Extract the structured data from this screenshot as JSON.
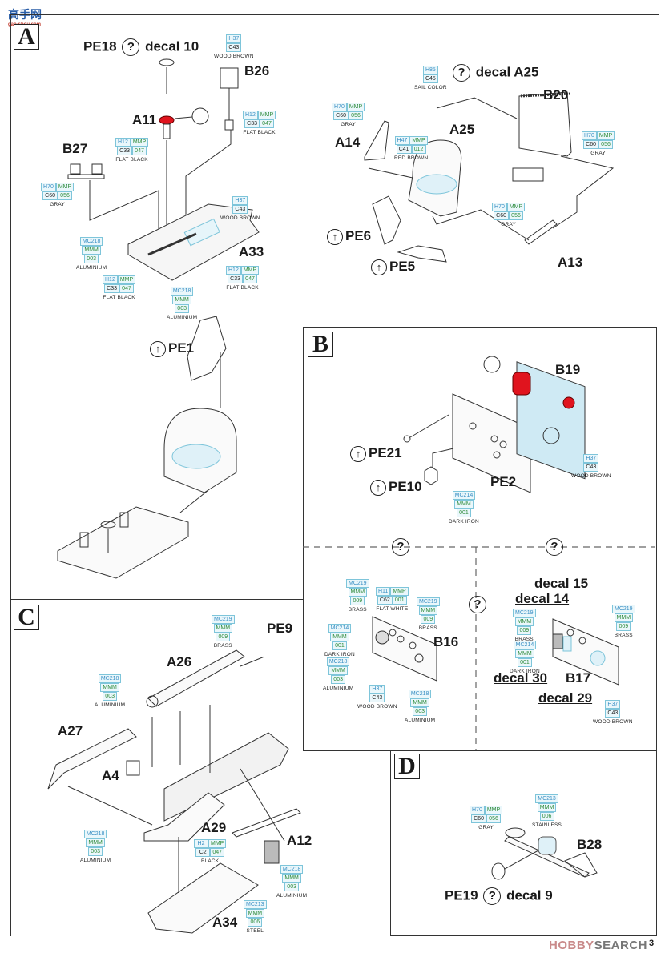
{
  "watermark_top": {
    "logo_text": "高手网",
    "logo_sub": "gao-shou.com"
  },
  "watermark_bottom": {
    "brand_a": "HOBBY",
    "brand_b": "SEARCH"
  },
  "page_number": "3",
  "steps": {
    "A": {
      "letter": "A",
      "top_callout": {
        "pe": "PE18",
        "decal": "decal 10"
      },
      "parts": [
        "A11",
        "B26",
        "B27",
        "A33"
      ],
      "pe_parts": [
        "PE1"
      ],
      "paints": [
        {
          "id": "a-b26-top",
          "codes": [
            [
              "H37"
            ],
            [
              "C43"
            ]
          ],
          "name": "WOOD BROWN"
        },
        {
          "id": "a-b26-stem",
          "codes": [
            [
              "H12",
              "MMP"
            ],
            [
              "C33",
              "047"
            ]
          ],
          "name": "FLAT BLACK"
        },
        {
          "id": "a-a11",
          "codes": [
            [
              "H12",
              "MMP"
            ],
            [
              "C33",
              "047"
            ]
          ],
          "name": "FLAT BLACK"
        },
        {
          "id": "a-b27",
          "codes": [
            [
              "H70",
              "MMP"
            ],
            [
              "C60",
              "056"
            ]
          ],
          "name": "GRAY"
        },
        {
          "id": "a-a33-wood",
          "codes": [
            [
              "H37"
            ],
            [
              "C43"
            ]
          ],
          "name": "WOOD BROWN"
        },
        {
          "id": "a-a33-alu-left",
          "codes": [
            [
              "MC218"
            ],
            [
              "MMM"
            ],
            [
              "003"
            ]
          ],
          "name": "ALUMINIUM"
        },
        {
          "id": "a-a33-black-right",
          "codes": [
            [
              "H12",
              "MMP"
            ],
            [
              "C33",
              "047"
            ]
          ],
          "name": "FLAT BLACK"
        },
        {
          "id": "a-a33-black-left",
          "codes": [
            [
              "H12",
              "MMP"
            ],
            [
              "C33",
              "047"
            ]
          ],
          "name": "FLAT BLACK"
        },
        {
          "id": "a-a33-alu-bottom",
          "codes": [
            [
              "MC218"
            ],
            [
              "MMM"
            ],
            [
              "003"
            ]
          ],
          "name": "ALUMINIUM"
        }
      ]
    },
    "A_seat": {
      "top_callout": {
        "decal": "decal A25"
      },
      "parts": [
        "B20",
        "A25",
        "A14",
        "A13"
      ],
      "pe_parts": [
        "PE6",
        "PE5"
      ],
      "paints": [
        {
          "id": "seat-sail",
          "codes": [
            [
              "H85"
            ],
            [
              "C45"
            ]
          ],
          "name": "SAIL COLOR"
        },
        {
          "id": "seat-a14",
          "codes": [
            [
              "H70",
              "MMP"
            ],
            [
              "C60",
              "056"
            ]
          ],
          "name": "GRAY"
        },
        {
          "id": "seat-a25",
          "codes": [
            [
              "H47",
              "MMP"
            ],
            [
              "C41",
              "012"
            ]
          ],
          "name": "RED BROWN"
        },
        {
          "id": "seat-b20",
          "codes": [
            [
              "H70",
              "MMP"
            ],
            [
              "C60",
              "056"
            ]
          ],
          "name": "GRAY"
        },
        {
          "id": "seat-a13",
          "codes": [
            [
              "H70",
              "MMP"
            ],
            [
              "C60",
              "056"
            ]
          ],
          "name": "GRAY"
        }
      ]
    },
    "B": {
      "letter": "B",
      "parts": [
        "B19",
        "PE2",
        "B16",
        "B17"
      ],
      "pe_parts": [
        "PE21",
        "PE10"
      ],
      "decals": [
        "decal 15",
        "decal 14",
        "decal 30",
        "decal 29"
      ],
      "paints": [
        {
          "id": "b-b19",
          "codes": [
            [
              "H37"
            ],
            [
              "C43"
            ]
          ],
          "name": "WOOD BROWN"
        },
        {
          "id": "b-pe10",
          "codes": [
            [
              "MC214"
            ],
            [
              "MMM"
            ],
            [
              "001"
            ]
          ],
          "name": "DARK IRON"
        },
        {
          "id": "b16-brass-left",
          "codes": [
            [
              "MC219"
            ],
            [
              "MMM"
            ],
            [
              "009"
            ]
          ],
          "name": "BRASS"
        },
        {
          "id": "b16-white",
          "codes": [
            [
              "H11",
              "MMP"
            ],
            [
              "C62",
              "001"
            ]
          ],
          "name": "FLAT WHITE"
        },
        {
          "id": "b16-brass-right",
          "codes": [
            [
              "MC219"
            ],
            [
              "MMM"
            ],
            [
              "009"
            ]
          ],
          "name": "BRASS"
        },
        {
          "id": "b16-darkiron",
          "codes": [
            [
              "MC214"
            ],
            [
              "MMM"
            ],
            [
              "001"
            ]
          ],
          "name": "DARK IRON"
        },
        {
          "id": "b16-alu-left",
          "codes": [
            [
              "MC218"
            ],
            [
              "MMM"
            ],
            [
              "003"
            ]
          ],
          "name": "ALUMINIUM"
        },
        {
          "id": "b16-wood",
          "codes": [
            [
              "H37"
            ],
            [
              "C43"
            ]
          ],
          "name": "WOOD BROWN"
        },
        {
          "id": "b16-alu-right",
          "codes": [
            [
              "MC218"
            ],
            [
              "MMM"
            ],
            [
              "003"
            ]
          ],
          "name": "ALUMINIUM"
        },
        {
          "id": "b17-brass-left",
          "codes": [
            [
              "MC219"
            ],
            [
              "MMM"
            ],
            [
              "009"
            ]
          ],
          "name": "BRASS"
        },
        {
          "id": "b17-darkiron",
          "codes": [
            [
              "MC214"
            ],
            [
              "MMM"
            ],
            [
              "001"
            ]
          ],
          "name": "DARK IRON"
        },
        {
          "id": "b17-brass-right",
          "codes": [
            [
              "MC219"
            ],
            [
              "MMM"
            ],
            [
              "009"
            ]
          ],
          "name": "BRASS"
        },
        {
          "id": "b17-wood",
          "codes": [
            [
              "H37"
            ],
            [
              "C43"
            ]
          ],
          "name": "WOOD BROWN"
        }
      ]
    },
    "C": {
      "letter": "C",
      "parts": [
        "A26",
        "A27",
        "A4",
        "A29",
        "A12",
        "A34"
      ],
      "pe_parts": [
        "PE9"
      ],
      "paints": [
        {
          "id": "c-pe9",
          "codes": [
            [
              "MC219"
            ],
            [
              "MMM"
            ],
            [
              "009"
            ]
          ],
          "name": "BRASS"
        },
        {
          "id": "c-a26",
          "codes": [
            [
              "MC218"
            ],
            [
              "MMM"
            ],
            [
              "003"
            ]
          ],
          "name": "ALUMINIUM"
        },
        {
          "id": "c-a4",
          "codes": [
            [
              "MC218"
            ],
            [
              "MMM"
            ],
            [
              "003"
            ]
          ],
          "name": "ALUMINIUM"
        },
        {
          "id": "c-a29",
          "codes": [
            [
              "H2",
              "MMP"
            ],
            [
              "C2",
              "047"
            ]
          ],
          "name": "BLACK"
        },
        {
          "id": "c-a12",
          "codes": [
            [
              "MC218"
            ],
            [
              "MMM"
            ],
            [
              "003"
            ]
          ],
          "name": "ALUMINIUM"
        },
        {
          "id": "c-a34",
          "codes": [
            [
              "MC213"
            ],
            [
              "MMM"
            ],
            [
              "006"
            ]
          ],
          "name": "STEEL"
        }
      ]
    },
    "D": {
      "letter": "D",
      "parts": [
        "B28"
      ],
      "bottom_callout": {
        "pe": "PE19",
        "decal": "decal 9"
      },
      "paints": [
        {
          "id": "d-gray",
          "codes": [
            [
              "H70",
              "MMP"
            ],
            [
              "C60",
              "056"
            ]
          ],
          "name": "GRAY"
        },
        {
          "id": "d-stainless",
          "codes": [
            [
              "MC213"
            ],
            [
              "MMM"
            ],
            [
              "006"
            ]
          ],
          "name": "STAINLESS"
        }
      ]
    }
  },
  "colors": {
    "callout_border": "#7ec5da",
    "callout_fill": "#eaf7fb",
    "code_blue": "#3a8fc4",
    "code_green": "#2e8b3a",
    "highlight_red": "#e0141e",
    "panel_blue": "#cfeaf4"
  }
}
